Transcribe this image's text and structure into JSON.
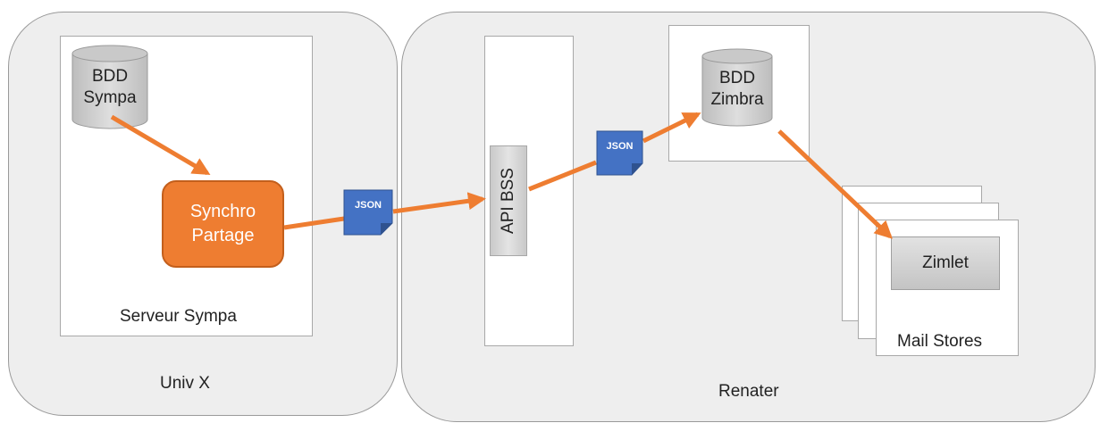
{
  "zones": {
    "univ_label": "Univ X",
    "renater_label": "Renater"
  },
  "serveur_sympa": {
    "label": "Serveur Sympa"
  },
  "bdd_sympa": {
    "line1": "BDD",
    "line2": "Sympa"
  },
  "synchro": {
    "line1": "Synchro",
    "line2": "Partage"
  },
  "api_bss": {
    "label": "API BSS"
  },
  "bdd_zimbra": {
    "line1": "BDD",
    "line2": "Zimbra"
  },
  "zimlet": {
    "label": "Zimlet"
  },
  "mail_stores": {
    "label": "Mail Stores"
  },
  "json_docs": [
    {
      "label": "JSON"
    },
    {
      "label": "JSON"
    }
  ],
  "colors": {
    "arrow": "#ee7d31",
    "synchro_fill": "#ee7d31",
    "json_fill": "#4472c4",
    "zone_fill": "#eeeeee"
  }
}
